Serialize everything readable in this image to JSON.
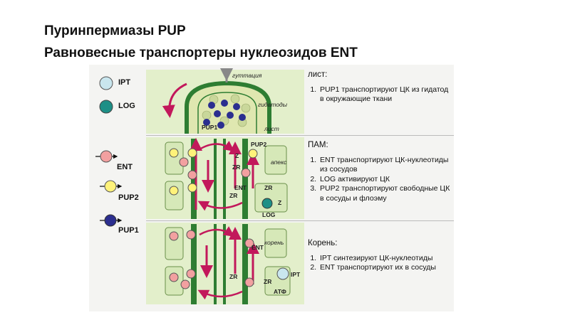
{
  "titles": {
    "line1": "Пуринпермиазы PUP",
    "line2": "Равновесные транспортеры нуклеозидов ENT"
  },
  "legend": {
    "ipt": "IPT",
    "log": "LOG",
    "ent": "ENT",
    "pup2": "PUP2",
    "pup1": "PUP1"
  },
  "colors": {
    "ipt": "#c9e6ee",
    "log": "#1d8f86",
    "ent": "#f2a0a0",
    "pup2": "#fff27a",
    "pup1": "#2b2e8f",
    "arrow": "#c2185b",
    "green": "#2e7d32",
    "panel_bg": "#e3efcb"
  },
  "panel1": {
    "labels": {
      "guttation": "гуттация",
      "hydathodes": "гидатоды",
      "pup1": "PUP1",
      "leaf": "лист"
    },
    "heading": "лист:",
    "items": [
      "PUP1 транспортируют ЦК из гидатод в окружающие ткани"
    ]
  },
  "panel2": {
    "labels": {
      "pup2": "PUP2",
      "z": "Z",
      "zr1": "ZR",
      "ent": "ENT",
      "zr2": "ZR",
      "zr3": "ZR",
      "z2": "Z",
      "log": "LOG",
      "apex": "апекс"
    },
    "heading": "ПАМ:",
    "items": [
      "ENT транспортируют ЦК-нуклеотиды из сосудов",
      "LOG активируют ЦК",
      "PUP2 транспортируют свободные ЦК в сосуды и флоэму"
    ]
  },
  "panel3": {
    "labels": {
      "ent": "ENT",
      "root": "корень",
      "zr": "ZR",
      "zr2": "ZR",
      "ipt": "IPT",
      "atp": "АТФ"
    },
    "heading": "Корень:",
    "items": [
      "IPT синтезируют ЦК-нуклеотиды",
      "ENT транспортируют их в сосуды"
    ]
  }
}
